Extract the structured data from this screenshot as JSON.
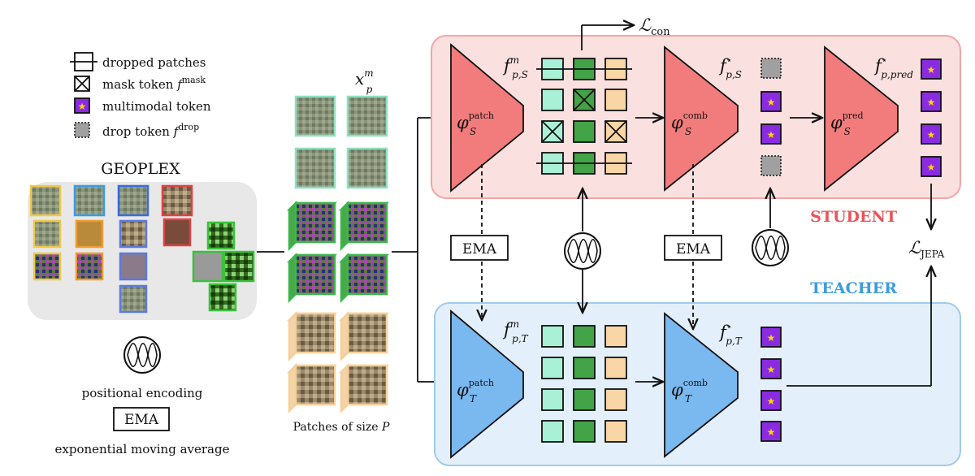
{
  "legend": {
    "dropped": "dropped patches",
    "mask_prefix": "mask token ",
    "mask_sym": "f",
    "mask_sup": "mask",
    "multimodal": "multimodal token",
    "drop_prefix": "drop token ",
    "drop_sym": "f",
    "drop_sup": "drop",
    "pos_enc": "positional encoding",
    "ema_box": "EMA",
    "ema_desc": "exponential moving average"
  },
  "geoplex": "GEOPLEX",
  "patches": {
    "var": "x",
    "sup": "m",
    "sub": "p",
    "caption_a": "Patches of size ",
    "caption_b": "P"
  },
  "student": {
    "label": "STUDENT",
    "color": "#e8545c",
    "bg": "#fbe0e0",
    "border": "#f3a6a6",
    "enc": {
      "sym": "φ",
      "sup": "patch",
      "sub": "S"
    },
    "comb": {
      "sym": "φ",
      "sup": "comb",
      "sub": "S"
    },
    "pred": {
      "sym": "φ",
      "sup": "pred",
      "sub": "S"
    },
    "feat_m": {
      "sym": "f",
      "sup": "m",
      "sub": "p,S"
    },
    "feat_star": {
      "sym": "f",
      "sup": "⋆",
      "sub": "p,S"
    },
    "feat_pred": {
      "sym": "f",
      "sup": "⋆",
      "sub": "p,pred"
    }
  },
  "teacher": {
    "label": "TEACHER",
    "color": "#3a9be0",
    "bg": "#e3f0fb",
    "border": "#9fcbeb",
    "enc": {
      "sym": "φ",
      "sup": "patch",
      "sub": "T"
    },
    "comb": {
      "sym": "φ",
      "sup": "comb",
      "sub": "T"
    },
    "feat_m": {
      "sym": "f",
      "sup": "m",
      "sub": "p,T"
    },
    "feat_star": {
      "sym": "f",
      "sup": "⋆",
      "sub": "p,T"
    }
  },
  "losses": {
    "con": {
      "sym": "ℒ",
      "sub": "con"
    },
    "jepa": {
      "sym": "ℒ",
      "sub": "JEPA"
    }
  },
  "ema_labels": [
    "EMA",
    "EMA"
  ],
  "colors": {
    "token_light": "#a8f0d6",
    "token_green": "#43a447",
    "token_orange": "#f9d6a6",
    "multimodal": "#8a2be2",
    "star": "#ffd700",
    "drop_token": "#a0a0a0",
    "trapezoid_red": "#f27c7c",
    "trapezoid_blue": "#7ab8f0"
  }
}
